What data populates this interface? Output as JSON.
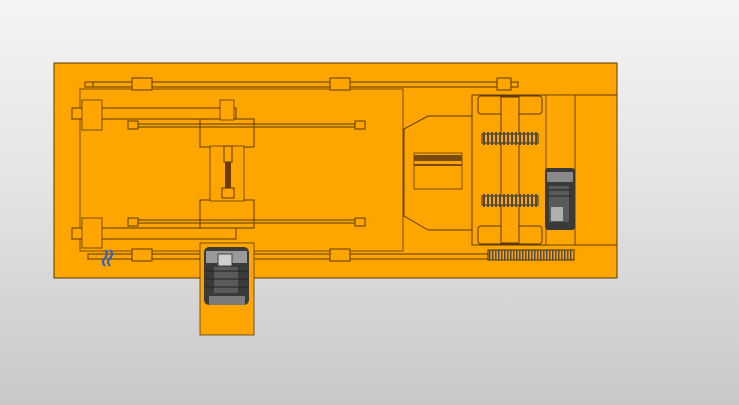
{
  "scene": {
    "type": "CAD top view of a frame with two geared motors",
    "colors": {
      "background_top": "#f4f4f4",
      "background_bottom": "#c8c8c8",
      "body": "#ffa500",
      "edge": "#5a3a00",
      "motor_dark": "#3a3a3a",
      "motor_mid": "#6e6e6e",
      "motor_light": "#a8a8a8",
      "bolt": "#2f5fd0",
      "gear": "#4a4a4a",
      "stripe": "#7a4a10"
    },
    "parts": [
      {
        "name": "base-frame"
      },
      {
        "name": "sliding-carriage"
      },
      {
        "name": "guide-rod-top"
      },
      {
        "name": "guide-rod-bottom"
      },
      {
        "name": "lead-screw"
      },
      {
        "name": "drive-motor-bottom"
      },
      {
        "name": "drive-motor-right"
      },
      {
        "name": "gear-shaft-assembly"
      },
      {
        "name": "rack-gear"
      }
    ]
  }
}
